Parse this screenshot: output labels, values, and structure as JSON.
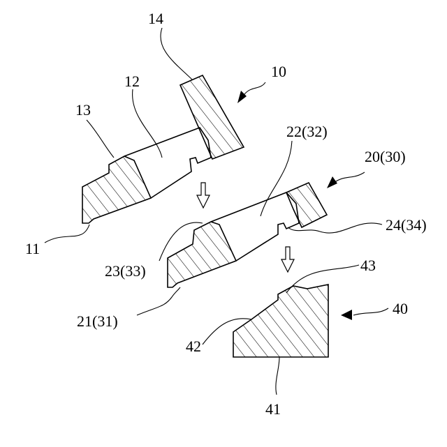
{
  "labels": {
    "l14": "14",
    "l10": "10",
    "l12": "12",
    "l13": "13",
    "l11": "11",
    "l22": "22(32)",
    "l20": "20(30)",
    "l24": "24(34)",
    "l23": "23(33)",
    "l21": "21(31)",
    "l43": "43",
    "l40": "40",
    "l42": "42",
    "l41": "41"
  },
  "colors": {
    "stroke": "#000000",
    "background": "#ffffff"
  }
}
